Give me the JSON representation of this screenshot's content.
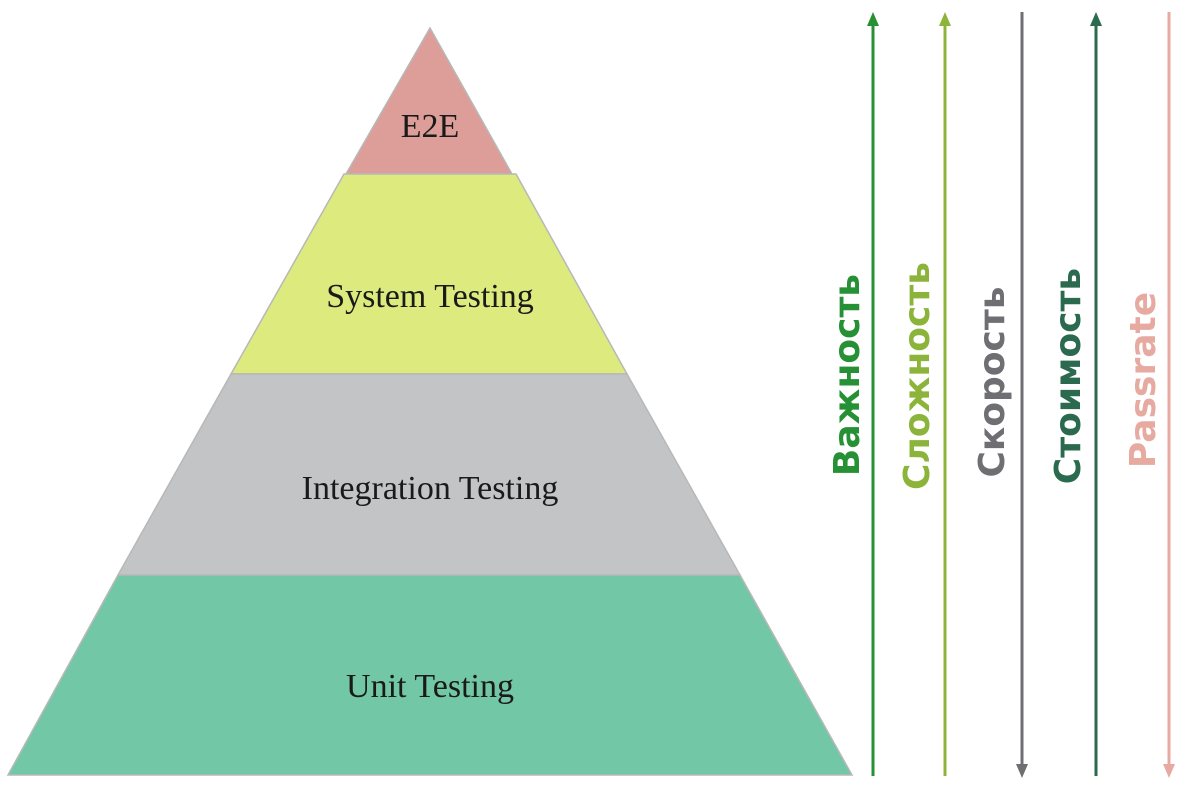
{
  "pyramid": {
    "levels": [
      {
        "label": "E2E",
        "color": "#dd9e99"
      },
      {
        "label": "System Testing",
        "color": "#ddea7e"
      },
      {
        "label": "Integration Testing",
        "color": "#c3c4c6"
      },
      {
        "label": "Unit Testing",
        "color": "#72c8a6"
      }
    ],
    "outline_color": "#b8b8b8"
  },
  "axes": [
    {
      "label": "Важность",
      "color": "#259034",
      "direction": "up"
    },
    {
      "label": "Сложность",
      "color": "#8cb43a",
      "direction": "up"
    },
    {
      "label": "Скорость",
      "color": "#6f6f73",
      "direction": "down"
    },
    {
      "label": "Стоимость",
      "color": "#2b6a4e",
      "direction": "up"
    },
    {
      "label": "Passrate",
      "color": "#e6aaa1",
      "direction": "down"
    }
  ]
}
